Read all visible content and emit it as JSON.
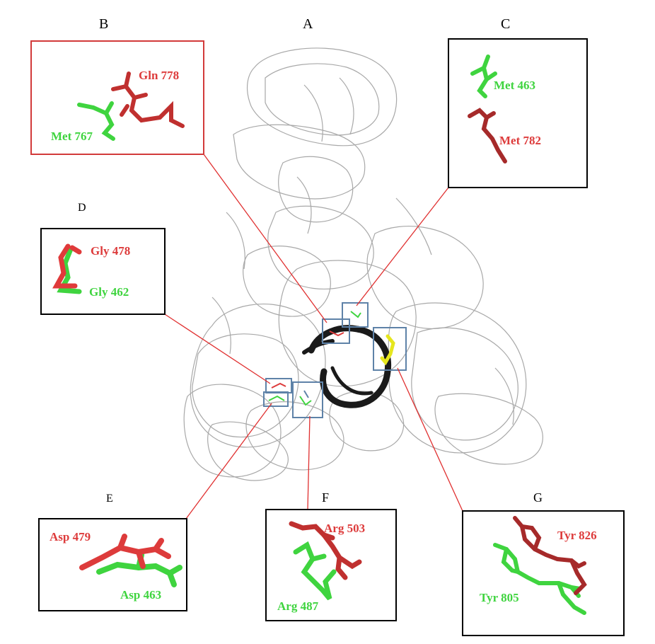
{
  "colors": {
    "red": "#dd3b3b",
    "dark_red": "#a62a2a",
    "green": "#3fd43f",
    "blue_box": "#5e82a8",
    "connector": "#e03030",
    "protein": "#9a9a9a",
    "dna": "#1a1a1a",
    "yellow": "#e6e61e"
  },
  "panels": {
    "A": {
      "letter": "A"
    },
    "B": {
      "letter": "B",
      "red_label": "Gln 778",
      "green_label": "Met 767"
    },
    "C": {
      "letter": "C",
      "green_label": "Met 463",
      "red_label": "Met 782"
    },
    "D": {
      "letter": "D",
      "red_label": "Gly 478",
      "green_label": "Gly 462"
    },
    "E": {
      "letter": "E",
      "red_label": "Asp 479",
      "green_label": "Asp 463"
    },
    "F": {
      "letter": "F",
      "red_label": "Arg 503",
      "green_label": "Arg 487"
    },
    "G": {
      "letter": "G",
      "red_label": "Tyr 826",
      "green_label": "Tyr 805"
    }
  }
}
